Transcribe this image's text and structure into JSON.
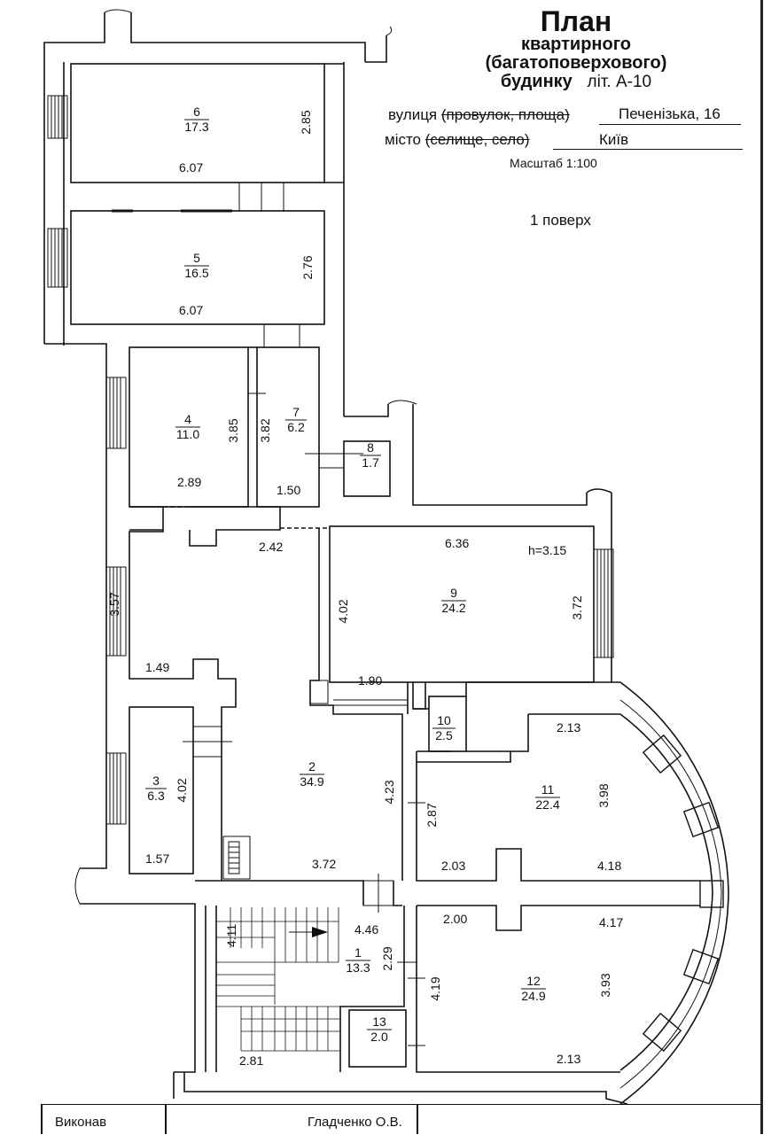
{
  "title": {
    "main": "План",
    "line2": "квартирного",
    "line3": "(багатоповерхового)",
    "line4": "будинку",
    "lit": "літ. А-10"
  },
  "address": {
    "street_label": "вулиця",
    "street_struck": "(провулок, площа)",
    "street_value": "Печенізька, 16",
    "city_label": "місто",
    "city_struck": "(селище, село)",
    "city_value": "Київ"
  },
  "scale": "Масштаб 1:100",
  "floor": "1 поверх",
  "rooms": [
    {
      "num": "6",
      "area": "17.3"
    },
    {
      "num": "5",
      "area": "16.5"
    },
    {
      "num": "4",
      "area": "11.0"
    },
    {
      "num": "7",
      "area": "6.2"
    },
    {
      "num": "8",
      "area": "1.7"
    },
    {
      "num": "9",
      "area": "24.2"
    },
    {
      "num": "2",
      "area": "34.9"
    },
    {
      "num": "3",
      "area": "6.3"
    },
    {
      "num": "10",
      "area": "2.5"
    },
    {
      "num": "11",
      "area": "22.4"
    },
    {
      "num": "1",
      "area": "13.3"
    },
    {
      "num": "12",
      "area": "24.9"
    },
    {
      "num": "13",
      "area": "2.0"
    }
  ],
  "dimensions": {
    "d_285": "2.85",
    "d_607a": "6.07",
    "d_276": "2.76",
    "d_607b": "6.07",
    "d_385": "3.85",
    "d_382": "3.82",
    "d_289": "2.89",
    "d_150": "1.50",
    "d_242": "2.42",
    "d_636": "6.36",
    "d_h": "h=3.15",
    "d_357": "3.57",
    "d_402a": "4.02",
    "d_372a": "3.72",
    "d_149": "1.49",
    "d_190": "1.90",
    "d_213a": "2.13",
    "d_402b": "4.02",
    "d_423": "4.23",
    "d_287": "2.87",
    "d_398": "3.98",
    "d_157": "1.57",
    "d_372b": "3.72",
    "d_203": "2.03",
    "d_418": "4.18",
    "d_411": "4.11",
    "d_446": "4.46",
    "d_200": "2.00",
    "d_417": "4.17",
    "d_229": "2.29",
    "d_419": "4.19",
    "d_393": "3.93",
    "d_281": "2.81",
    "d_213b": "2.13"
  },
  "footer": {
    "label": "Виконав",
    "name": "Гладченко О.В."
  }
}
